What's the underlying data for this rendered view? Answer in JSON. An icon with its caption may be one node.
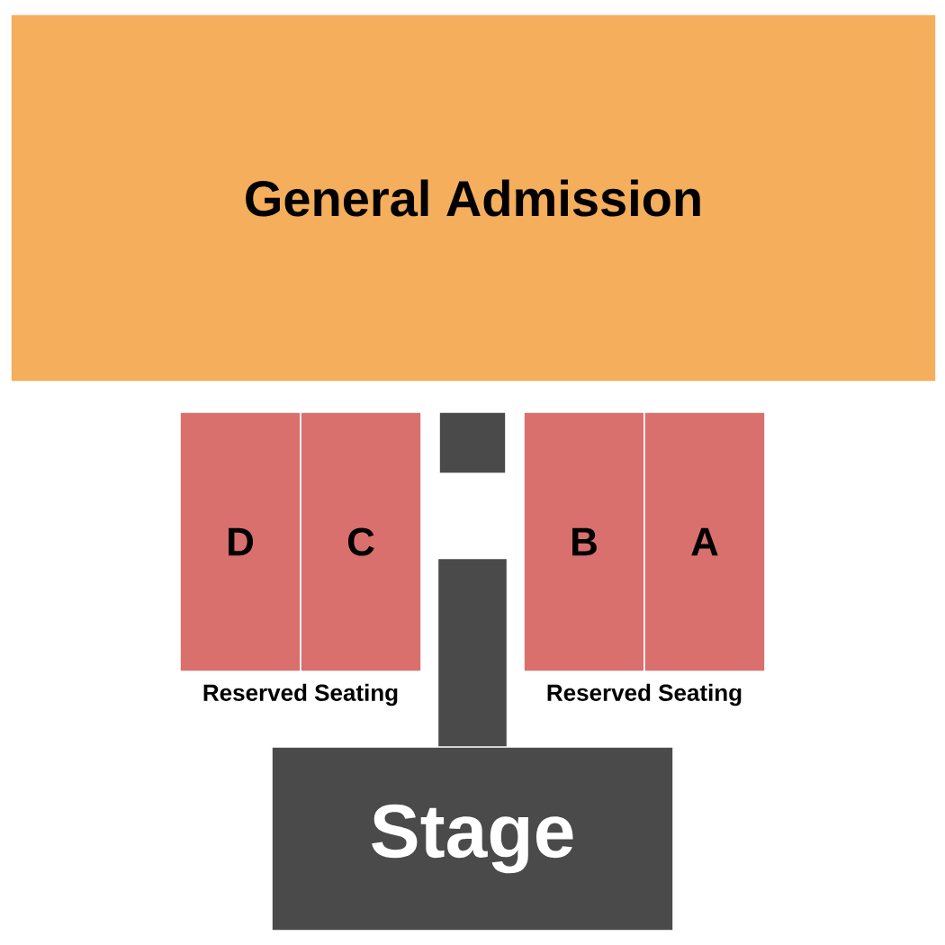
{
  "diagram": {
    "nodes": [
      {
        "text": [
          "General Admission"
        ]
      },
      {
        "text": [
          "D"
        ]
      },
      {
        "text": [
          "C"
        ]
      },
      {
        "text": [],
        "shape": "box"
      },
      {
        "text": [
          "B"
        ]
      },
      {
        "text": [
          "A"
        ]
      },
      {
        "text": [],
        "shape": "box"
      },
      {
        "text": [
          "Stage"
        ]
      }
    ],
    "edges": [],
    "labels": [
      "Reserved Seating",
      "Reserved Seating"
    ]
  }
}
